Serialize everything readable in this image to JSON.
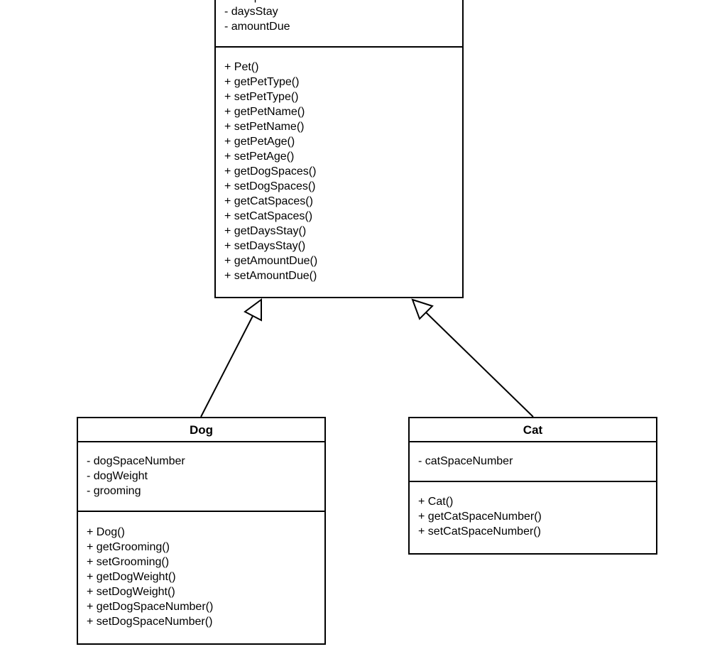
{
  "diagram": {
    "kind": "uml-class-diagram",
    "colors": {
      "background": "#ffffff",
      "stroke": "#000000",
      "text": "#000000"
    }
  },
  "classes": {
    "superclass": {
      "attributes": [
        "- catSpaces",
        "- daysStay",
        "- amountDue"
      ],
      "methods": [
        "+ Pet()",
        "+ getPetType()",
        "+ setPetType()",
        "+ getPetName()",
        "+ setPetName()",
        "+ getPetAge()",
        "+ setPetAge()",
        "+ getDogSpaces()",
        "+ setDogSpaces()",
        "+ getCatSpaces()",
        "+ setCatSpaces()",
        "+ getDaysStay()",
        "+ setDaysStay()",
        "+ getAmountDue()",
        "+ setAmountDue()"
      ]
    },
    "dog": {
      "title": "Dog",
      "attributes": [
        "- dogSpaceNumber",
        "- dogWeight",
        "- grooming"
      ],
      "methods": [
        "+ Dog()",
        "+ getGrooming()",
        "+ setGrooming()",
        "+ getDogWeight()",
        "+ setDogWeight()",
        "+ getDogSpaceNumber()",
        "+ setDogSpaceNumber()"
      ]
    },
    "cat": {
      "title": "Cat",
      "attributes": [
        "- catSpaceNumber"
      ],
      "methods": [
        "+ Cat()",
        "+ getCatSpaceNumber()",
        "+ setCatSpaceNumber()"
      ]
    }
  },
  "relationships": [
    {
      "type": "generalization",
      "from": "Dog",
      "to": "superclass"
    },
    {
      "type": "generalization",
      "from": "Cat",
      "to": "superclass"
    }
  ]
}
